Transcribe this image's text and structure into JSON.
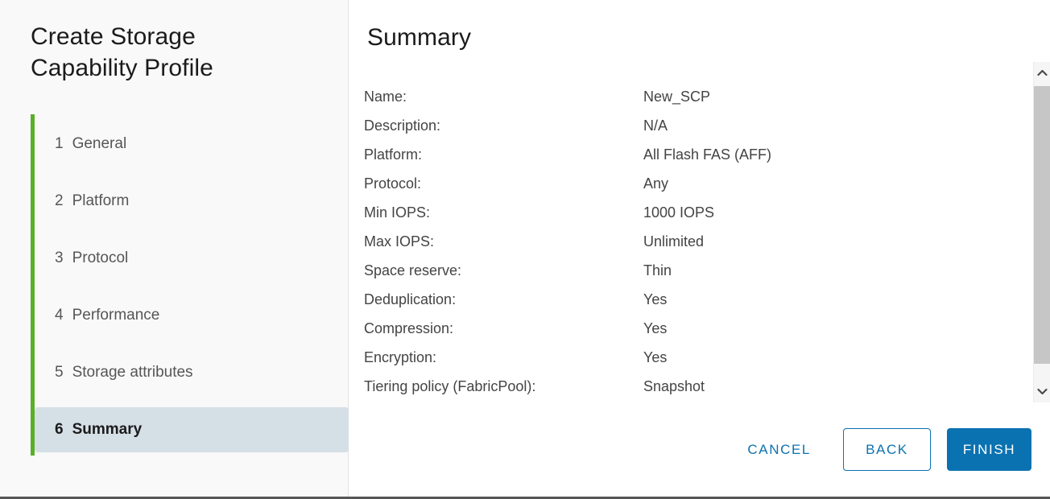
{
  "wizard": {
    "title": "Create Storage\nCapability Profile",
    "accent_green": "#5aaf28",
    "accent_blue": "#0b72b1",
    "active_step_bg": "#d5dfe6"
  },
  "sidebar": {
    "steps": [
      {
        "num": "1",
        "label": "General",
        "active": false
      },
      {
        "num": "2",
        "label": "Platform",
        "active": false
      },
      {
        "num": "3",
        "label": "Protocol",
        "active": false
      },
      {
        "num": "4",
        "label": "Performance",
        "active": false
      },
      {
        "num": "5",
        "label": "Storage attributes",
        "active": false
      },
      {
        "num": "6",
        "label": "Summary",
        "active": true
      }
    ]
  },
  "main": {
    "heading": "Summary",
    "summary_rows": [
      {
        "key": "Name:",
        "value": "New_SCP"
      },
      {
        "key": "Description:",
        "value": "N/A"
      },
      {
        "key": "Platform:",
        "value": "All Flash FAS (AFF)"
      },
      {
        "key": "Protocol:",
        "value": "Any"
      },
      {
        "key": "Min IOPS:",
        "value": "1000 IOPS"
      },
      {
        "key": "Max IOPS:",
        "value": "Unlimited"
      },
      {
        "key": "Space reserve:",
        "value": "Thin"
      },
      {
        "key": "Deduplication:",
        "value": "Yes"
      },
      {
        "key": "Compression:",
        "value": "Yes"
      },
      {
        "key": "Encryption:",
        "value": "Yes"
      },
      {
        "key": "Tiering policy (FabricPool):",
        "value": "Snapshot"
      }
    ]
  },
  "scrollbar": {
    "up_icon": "chevron-up-icon",
    "down_icon": "chevron-down-icon"
  },
  "footer": {
    "cancel_label": "CANCEL",
    "back_label": "BACK",
    "finish_label": "FINISH"
  }
}
